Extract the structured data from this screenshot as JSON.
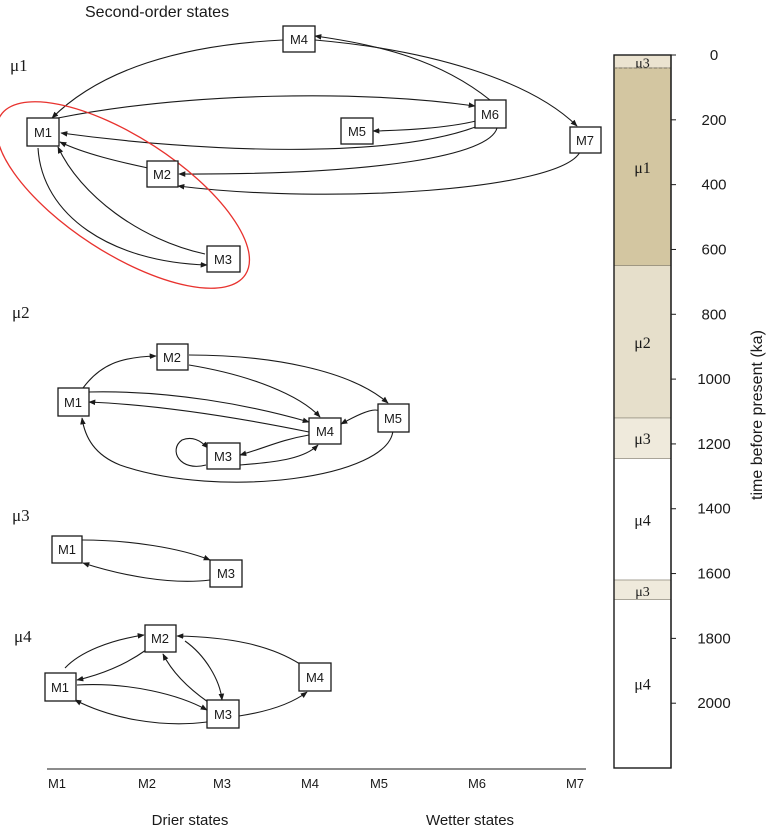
{
  "title": "Second-order states",
  "state_labels": [
    "μ1",
    "μ2",
    "μ3",
    "μ4"
  ],
  "nodes": {
    "mu1": [
      "M1",
      "M2",
      "M3",
      "M4",
      "M5",
      "M6",
      "M7"
    ],
    "mu2": [
      "M1",
      "M2",
      "M3",
      "M4",
      "M5"
    ],
    "mu3": [
      "M1",
      "M3"
    ],
    "mu4": [
      "M1",
      "M2",
      "M3",
      "M4"
    ]
  },
  "bottom_axis": {
    "ticks": [
      "M1",
      "M2",
      "M3",
      "M4",
      "M5",
      "M6",
      "M7"
    ],
    "drier_label": "Drier states",
    "wetter_label": "Wetter states"
  },
  "time_axis": {
    "label": "time before present (ka)",
    "ticks": [
      "0",
      "200",
      "400",
      "600",
      "800",
      "1000",
      "1200",
      "1400",
      "1600",
      "1800",
      "2000"
    ]
  },
  "strata": [
    {
      "label": "μ3",
      "from_ka": 0,
      "to_ka": 40,
      "color": "#ebe3d0"
    },
    {
      "label": "μ1",
      "from_ka": 40,
      "to_ka": 650,
      "color": "#d3c6a1"
    },
    {
      "label": "μ2",
      "from_ka": 650,
      "to_ka": 1120,
      "color": "#e6dfcb"
    },
    {
      "label": "μ3",
      "from_ka": 1120,
      "to_ka": 1245,
      "color": "#efeadc"
    },
    {
      "label": "μ4",
      "from_ka": 1245,
      "to_ka": 1620,
      "color": "#ffffff"
    },
    {
      "label": "μ3",
      "from_ka": 1620,
      "to_ka": 1680,
      "color": "#efeadc"
    },
    {
      "label": "μ4",
      "from_ka": 1680,
      "to_ka": 2200,
      "color": "#ffffff"
    }
  ],
  "highlight_color": "#e8322e"
}
